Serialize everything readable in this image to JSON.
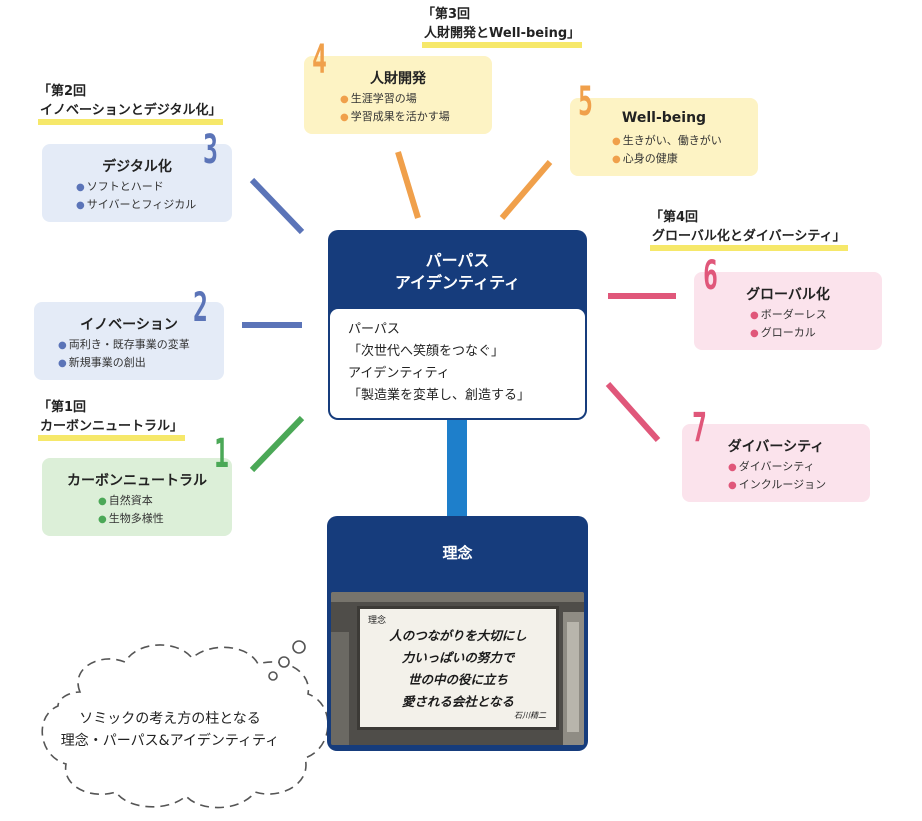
{
  "center": {
    "title_line1": "パーパス",
    "title_line2": "アイデンティティ",
    "body": [
      "パーパス",
      "「次世代へ笑顔をつなぐ」",
      "アイデンティティ",
      "「製造業を変革し、創造する」"
    ]
  },
  "philosophy": {
    "title": "理念",
    "board": {
      "heading": "理念",
      "lines": [
        "人のつながりを大切にし",
        "力いっぱいの努力で",
        "世の中の役に立ち",
        "愛される会社となる"
      ],
      "signature": "石川精二"
    }
  },
  "sessions": {
    "s1": {
      "line1": "「第1回",
      "line2": "カーボンニュートラル」"
    },
    "s2": {
      "line1": "「第2回",
      "line2": "イノベーションとデジタル化」"
    },
    "s3": {
      "line1": "「第3回",
      "line2": "人財開発とWell-being」"
    },
    "s4": {
      "line1": "「第4回",
      "line2": "グローバル化とダイバーシティ」"
    }
  },
  "pillars": [
    {
      "num": "1",
      "title": "カーボンニュートラル",
      "items": [
        "自然資本",
        "生物多様性"
      ]
    },
    {
      "num": "2",
      "title": "イノベーション",
      "items": [
        "両利き・既存事業の変革",
        "新規事業の創出"
      ]
    },
    {
      "num": "3",
      "title": "デジタル化",
      "items": [
        "ソフトとハード",
        "サイバーとフィジカル"
      ]
    },
    {
      "num": "4",
      "title": "人財開発",
      "items": [
        "生涯学習の場",
        "学習成果を活かす場"
      ]
    },
    {
      "num": "5",
      "title": "Well-being",
      "items": [
        "生きがい、働きがい",
        "心身の健康"
      ]
    },
    {
      "num": "6",
      "title": "グローバル化",
      "items": [
        "ボーダーレス",
        "グローカル"
      ]
    },
    {
      "num": "7",
      "title": "ダイバーシティ",
      "items": [
        "ダイバーシティ",
        "インクルージョン"
      ]
    }
  ],
  "thought": {
    "line1": "ソミックの考え方の柱となる",
    "line2": "理念・パーパス&アイデンティティ"
  },
  "colors": {
    "navy": "#163c7c",
    "connector": "#1e7fcb",
    "blue": "#5b74b8",
    "green": "#4ba857",
    "orange": "#f0a04b",
    "pink": "#e0577a",
    "highlight": "#f6e86a"
  }
}
